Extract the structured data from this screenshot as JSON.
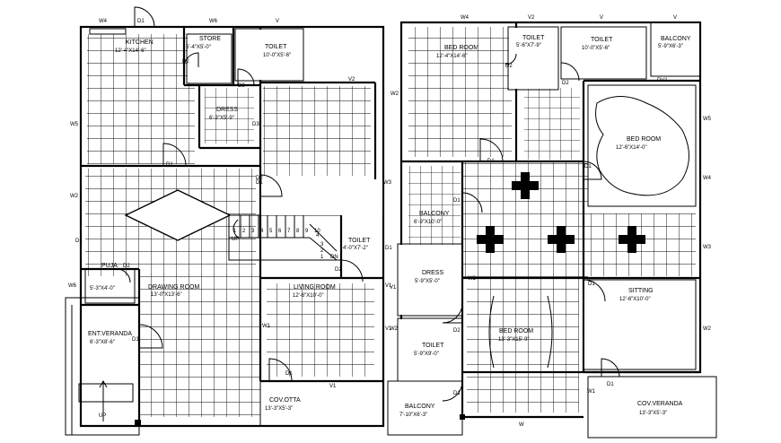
{
  "plan_left": {
    "rooms": [
      {
        "key": "kitchen",
        "name": "KITCHEN",
        "dim": "12'-4\"X14'-6\""
      },
      {
        "key": "store",
        "name": "STORE",
        "dim": "5'-4\"X5'-0\""
      },
      {
        "key": "toilet",
        "name": "TOILET",
        "dim": "10'-0\"X5'-6\""
      },
      {
        "key": "dress",
        "name": "DRESS",
        "dim": "6'-3\"X5'-9\""
      },
      {
        "key": "puja",
        "name": "PUJA",
        "dim": "5'-3\"X4'-0\""
      },
      {
        "key": "drawing",
        "name": "DRAWING ROOM",
        "dim": "13'-0\"X13'-6\""
      },
      {
        "key": "living",
        "name": "LIVING ROOM",
        "dim": "12'-6\"X10'-0\""
      },
      {
        "key": "toilet2",
        "name": "TOILET",
        "dim": "4'-0\"X7'-2\""
      },
      {
        "key": "veranda",
        "name": "ENT.VERANDA",
        "dim": "6'-3\"X8'-6\""
      },
      {
        "key": "otta",
        "name": "COV.OTTA",
        "dim": "13'-3\"X5'-3\""
      }
    ],
    "stair_numbers": [
      "1",
      "2",
      "3",
      "4",
      "5",
      "6",
      "7",
      "8",
      "9",
      "10"
    ],
    "stair_numbers_b": [
      "1",
      "2",
      "3",
      "4"
    ],
    "up_labels": [
      "UP",
      "UP",
      "DN"
    ],
    "markers": [
      "W4",
      "D1",
      "W6",
      "V",
      "D2",
      "D3",
      "D3",
      "V2",
      "D2",
      "W5",
      "D1",
      "W2",
      "D1",
      "W3",
      "D1",
      "D2",
      "W6",
      "D1",
      "V1",
      "V1",
      "D2",
      "D1",
      "W1",
      "V1",
      "D1"
    ]
  },
  "plan_right": {
    "rooms": [
      {
        "key": "bed1",
        "name": "BED ROOM",
        "dim": "12'-4\"X14'-6\""
      },
      {
        "key": "toilet_a",
        "name": "TOILET",
        "dim": "5'-6\"X7'-9\""
      },
      {
        "key": "toilet_b",
        "name": "TOILET",
        "dim": "10'-0\"X5'-6\""
      },
      {
        "key": "balcony_a",
        "name": "BALCONY",
        "dim": "5'-9\"X6'-3\""
      },
      {
        "key": "bed2",
        "name": "BED ROOM",
        "dim": "12'-6\"X14'-0\""
      },
      {
        "key": "balcony_b",
        "name": "BALCONY",
        "dim": "6'-9\"X10'-0\""
      },
      {
        "key": "dress",
        "name": "DRESS",
        "dim": "5'-9\"X5'-0\""
      },
      {
        "key": "bed3",
        "name": "BED ROOM",
        "dim": "13'-3\"X15'-9\""
      },
      {
        "key": "sitting",
        "name": "SITTING",
        "dim": "12'-6\"X10'-0\""
      },
      {
        "key": "toilet_c",
        "name": "TOILET",
        "dim": "5'-9\"X9'-0\""
      },
      {
        "key": "balcony_c",
        "name": "BALCONY",
        "dim": "7'-10\"X6'-3\""
      },
      {
        "key": "veranda",
        "name": "COV.VERANDA",
        "dim": "13'-3\"X5'-3\""
      }
    ],
    "markers": [
      "W4",
      "V2",
      "V",
      "V",
      "W2",
      "D2",
      "D2",
      "DV1",
      "W5",
      "W4",
      "D1",
      "D1",
      "D1",
      "W3",
      "V1",
      "W2",
      "D2",
      "D1",
      "W2",
      "W1",
      "D1",
      "W",
      "D1",
      "W2"
    ]
  }
}
